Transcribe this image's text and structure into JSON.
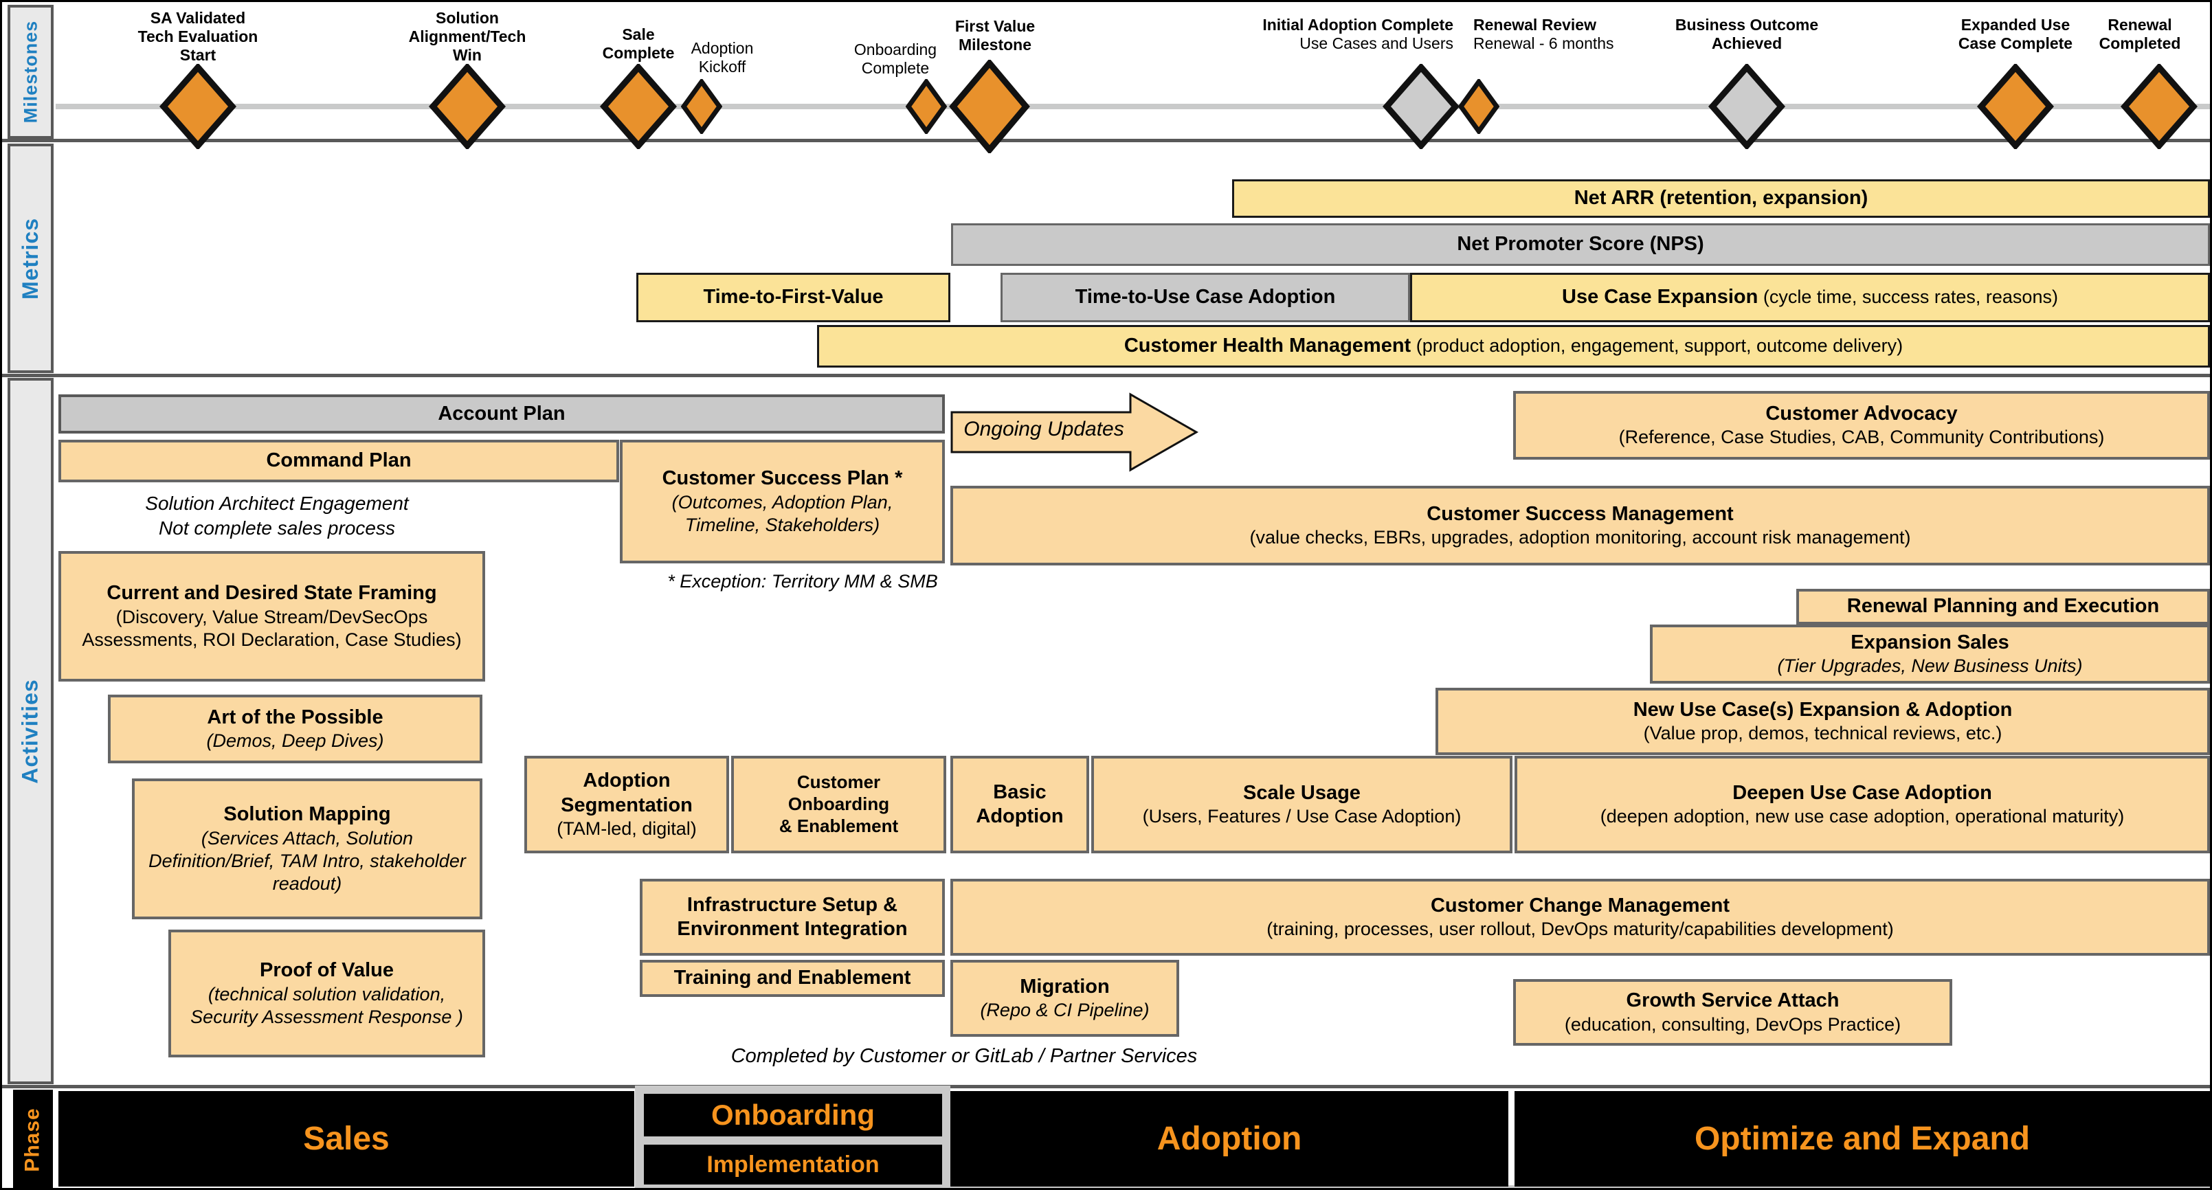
{
  "lanes": {
    "milestones": "Milestones",
    "metrics": "Metrics",
    "activities": "Activities",
    "phase": "Phase"
  },
  "colors": {
    "diamond_orange": "#E8912C",
    "diamond_gray": "#CCCCCC",
    "phase_text_orange": "#F7941E",
    "lane_label_blue": "#1F80C1",
    "metric_yellow": "#FBE398",
    "activity_peach": "#FBD9A2",
    "bar_gray": "#C9C9C9"
  },
  "milestones": {
    "items": [
      {
        "title": "SA Validated\nTech Evaluation\nStart"
      },
      {
        "title": "Solution\nAlignment/Tech\nWin"
      },
      {
        "title": "Sale\nComplete"
      },
      {
        "title": "Adoption\nKickoff"
      },
      {
        "title": "Onboarding\nComplete"
      },
      {
        "title": "First Value\nMilestone"
      },
      {
        "title": "Initial Adoption Complete",
        "sub": "Use Cases and Users"
      },
      {
        "title": "Renewal Review",
        "sub": "Renewal - 6 months"
      },
      {
        "title": "Business Outcome\nAchieved"
      },
      {
        "title": "Expanded Use\nCase Complete"
      },
      {
        "title": "Renewal\nCompleted"
      }
    ]
  },
  "metrics": {
    "net_arr": "Net ARR (retention, expansion)",
    "nps": "Net Promoter Score (NPS)",
    "ttfv": "Time-to-First-Value",
    "ttuca": "Time-to-Use Case Adoption",
    "uce_title": "Use Case Expansion",
    "uce_sub": " (cycle time, success rates, reasons)",
    "chm_title": "Customer Health Management",
    "chm_sub": " (product adoption, engagement, support, outcome delivery)"
  },
  "activities": {
    "account_plan": "Account Plan",
    "command_plan": "Command Plan",
    "sa_note": "Solution Architect Engagement\nNot complete sales process",
    "csp_title": "Customer Success Plan *",
    "csp_sub": "(Outcomes, Adoption Plan,\nTimeline, Stakeholders)",
    "ongoing_updates": "Ongoing Updates",
    "exception_note": "* Exception: Territory MM & SMB",
    "advocacy_title": "Customer Advocacy",
    "advocacy_sub": "(Reference, Case Studies, CAB, Community Contributions)",
    "csm_title": "Customer Success Management",
    "csm_sub": "(value checks, EBRs, upgrades, adoption monitoring, account risk management)",
    "cdsf_title": "Current and Desired State Framing",
    "cdsf_sub": "(Discovery, Value Stream/DevSecOps Assessments, ROI Declaration, Case Studies)",
    "renewal_planning": "Renewal Planning and Execution",
    "expansion_title": "Expansion Sales",
    "expansion_sub": "(Tier Upgrades, New Business Units)",
    "art_title": "Art of the Possible",
    "art_sub": "(Demos, Deep Dives)",
    "nuce_title": "New Use Case(s) Expansion & Adoption",
    "nuce_sub": "(Value prop, demos, technical reviews, etc.)",
    "aseg_title": "Adoption\nSegmentation",
    "aseg_sub": "(TAM-led, digital)",
    "conb_title": "Customer\nOnboarding\n& Enablement",
    "basic_title": "Basic\nAdoption",
    "scale_title": "Scale Usage",
    "scale_sub": "(Users, Features / Use Case Adoption)",
    "deepen_title": "Deepen Use Case Adoption",
    "deepen_sub": "(deepen adoption, new use case adoption, operational maturity)",
    "smap_title": "Solution Mapping",
    "smap_sub": "(Services Attach, Solution Definition/Brief, TAM Intro, stakeholder readout)",
    "infra_title": "Infrastructure Setup &\nEnvironment Integration",
    "ccm_title": "Customer Change Management",
    "ccm_sub": "(training, processes, user rollout, DevOps maturity/capabilities development)",
    "training": "Training and Enablement",
    "migration_title": "Migration",
    "migration_sub": "(Repo & CI Pipeline)",
    "pov_title": "Proof of Value",
    "pov_sub": "(technical solution validation, Security Assessment Response )",
    "growth_title": "Growth Service Attach",
    "growth_sub": "(education, consulting, DevOps Practice)",
    "completed_note": "Completed by Customer or GitLab / Partner Services"
  },
  "phase": {
    "sales": "Sales",
    "onboarding": "Onboarding",
    "implementation": "Implementation",
    "adoption": "Adoption",
    "optimize": "Optimize and Expand"
  }
}
